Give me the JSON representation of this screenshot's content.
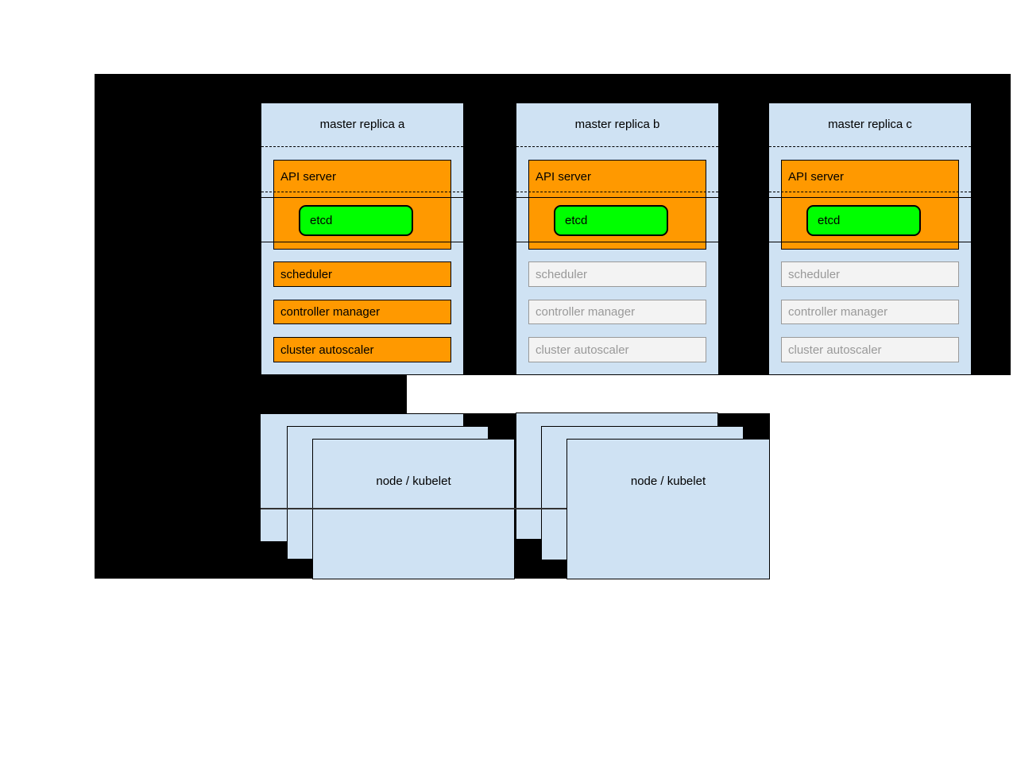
{
  "colors": {
    "canvas": "#ffffff",
    "backdrop": "#000000",
    "box-blue": "#cfe2f3",
    "active-orange": "#ff9900",
    "etcd-green": "#00ff00",
    "inactive-fill": "#f3f3f3",
    "inactive-border": "#999999",
    "inactive-text": "#999999",
    "divider": "#333333",
    "text": "#000000"
  },
  "replicas": [
    {
      "title": "master replica a",
      "api_server": "API server",
      "etcd": "etcd",
      "scheduler": "scheduler",
      "controller_manager": "controller manager",
      "cluster_autoscaler": "cluster autoscaler",
      "state": "active"
    },
    {
      "title": "master replica b",
      "api_server": "API server",
      "etcd": "etcd",
      "scheduler": "scheduler",
      "controller_manager": "controller manager",
      "cluster_autoscaler": "cluster autoscaler",
      "state": "standby"
    },
    {
      "title": "master replica c",
      "api_server": "API server",
      "etcd": "etcd",
      "scheduler": "scheduler",
      "controller_manager": "controller manager",
      "cluster_autoscaler": "cluster autoscaler",
      "state": "standby"
    }
  ],
  "node_stacks": [
    {
      "label": "node / kubelet",
      "stacked_count": 3
    },
    {
      "label": "node / kubelet",
      "stacked_count": 3
    }
  ]
}
